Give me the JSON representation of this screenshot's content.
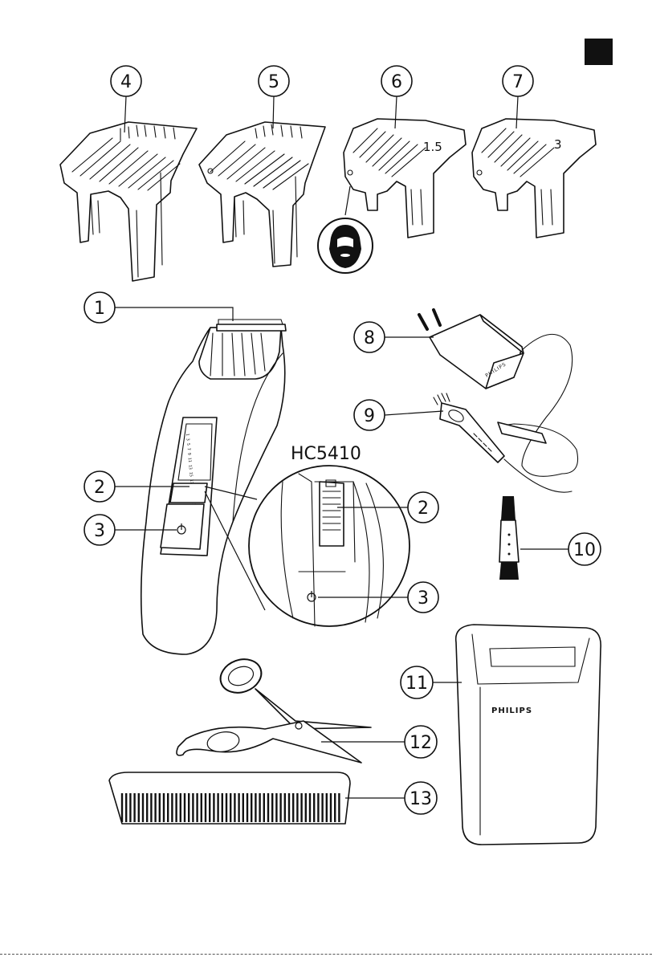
{
  "model": "HC5410",
  "brand": "PHILIPS",
  "comb_labels": [
    "1.5",
    "3"
  ],
  "scale_text": "1 3 5 7 9 11 13 15 17 19 21 23",
  "callouts": [
    "1",
    "2",
    "3",
    "4",
    "5",
    "6",
    "7",
    "8",
    "9",
    "10",
    "11",
    "12",
    "13"
  ],
  "colors": {
    "ink": "#111111",
    "paper": "#ffffff",
    "language_tab": "#111111"
  },
  "icons": [
    "power-icon",
    "beard-icon",
    "language-tab-icon"
  ]
}
